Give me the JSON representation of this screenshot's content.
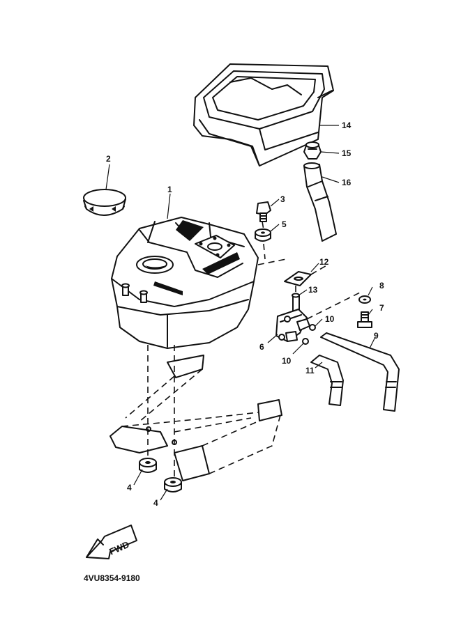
{
  "callouts": [
    {
      "id": "c1",
      "label": "1"
    },
    {
      "id": "c2",
      "label": "2"
    },
    {
      "id": "c3",
      "label": "3"
    },
    {
      "id": "c4a",
      "label": "4"
    },
    {
      "id": "c4b",
      "label": "4"
    },
    {
      "id": "c5",
      "label": "5"
    },
    {
      "id": "c6",
      "label": "6"
    },
    {
      "id": "c7",
      "label": "7"
    },
    {
      "id": "c8",
      "label": "8"
    },
    {
      "id": "c9",
      "label": "9"
    },
    {
      "id": "c10a",
      "label": "10"
    },
    {
      "id": "c10b",
      "label": "10"
    },
    {
      "id": "c11",
      "label": "11"
    },
    {
      "id": "c12",
      "label": "12"
    },
    {
      "id": "c13",
      "label": "13"
    },
    {
      "id": "c14",
      "label": "14"
    },
    {
      "id": "c15",
      "label": "15"
    },
    {
      "id": "c16",
      "label": "16"
    }
  ],
  "direction_label": "FWD",
  "diagram_code": "4VU8354-9180"
}
